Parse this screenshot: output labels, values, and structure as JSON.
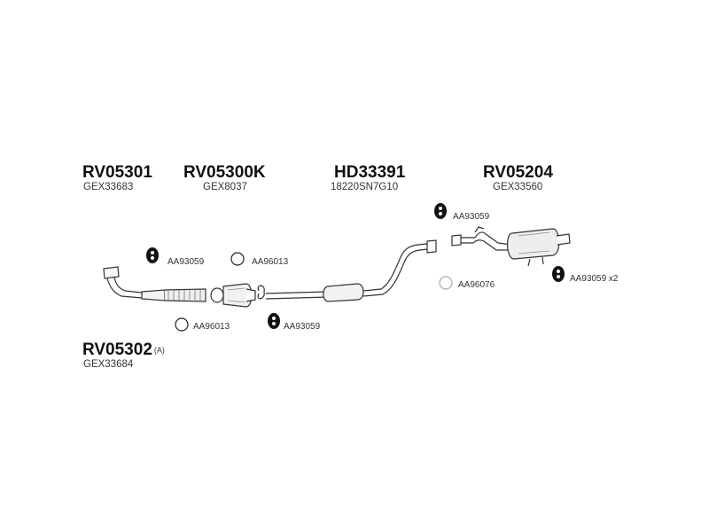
{
  "groups": [
    {
      "code": "RV05301",
      "oe": "GEX33683"
    },
    {
      "code": "RV05300K",
      "oe": "GEX8037"
    },
    {
      "code": "HD33391",
      "oe": "18220SN7G10"
    },
    {
      "code": "RV05204",
      "oe": "GEX33560"
    },
    {
      "code": "RV05302",
      "suffix": "(A)",
      "oe": "GEX33684"
    }
  ],
  "hardware": [
    {
      "label": "AA93059",
      "icon": "rubber-hanger-icon"
    },
    {
      "label": "AA96013",
      "icon": "gasket-ring-icon"
    },
    {
      "label": "AA93059",
      "icon": "rubber-hanger-icon"
    },
    {
      "label": "AA96013",
      "icon": "gasket-ring-icon"
    },
    {
      "label": "AA93059",
      "icon": "rubber-hanger-icon"
    },
    {
      "label": "AA96076",
      "icon": "gasket-ring-icon"
    },
    {
      "label": "AA93059 x2",
      "icon": "rubber-hanger-icon"
    }
  ]
}
